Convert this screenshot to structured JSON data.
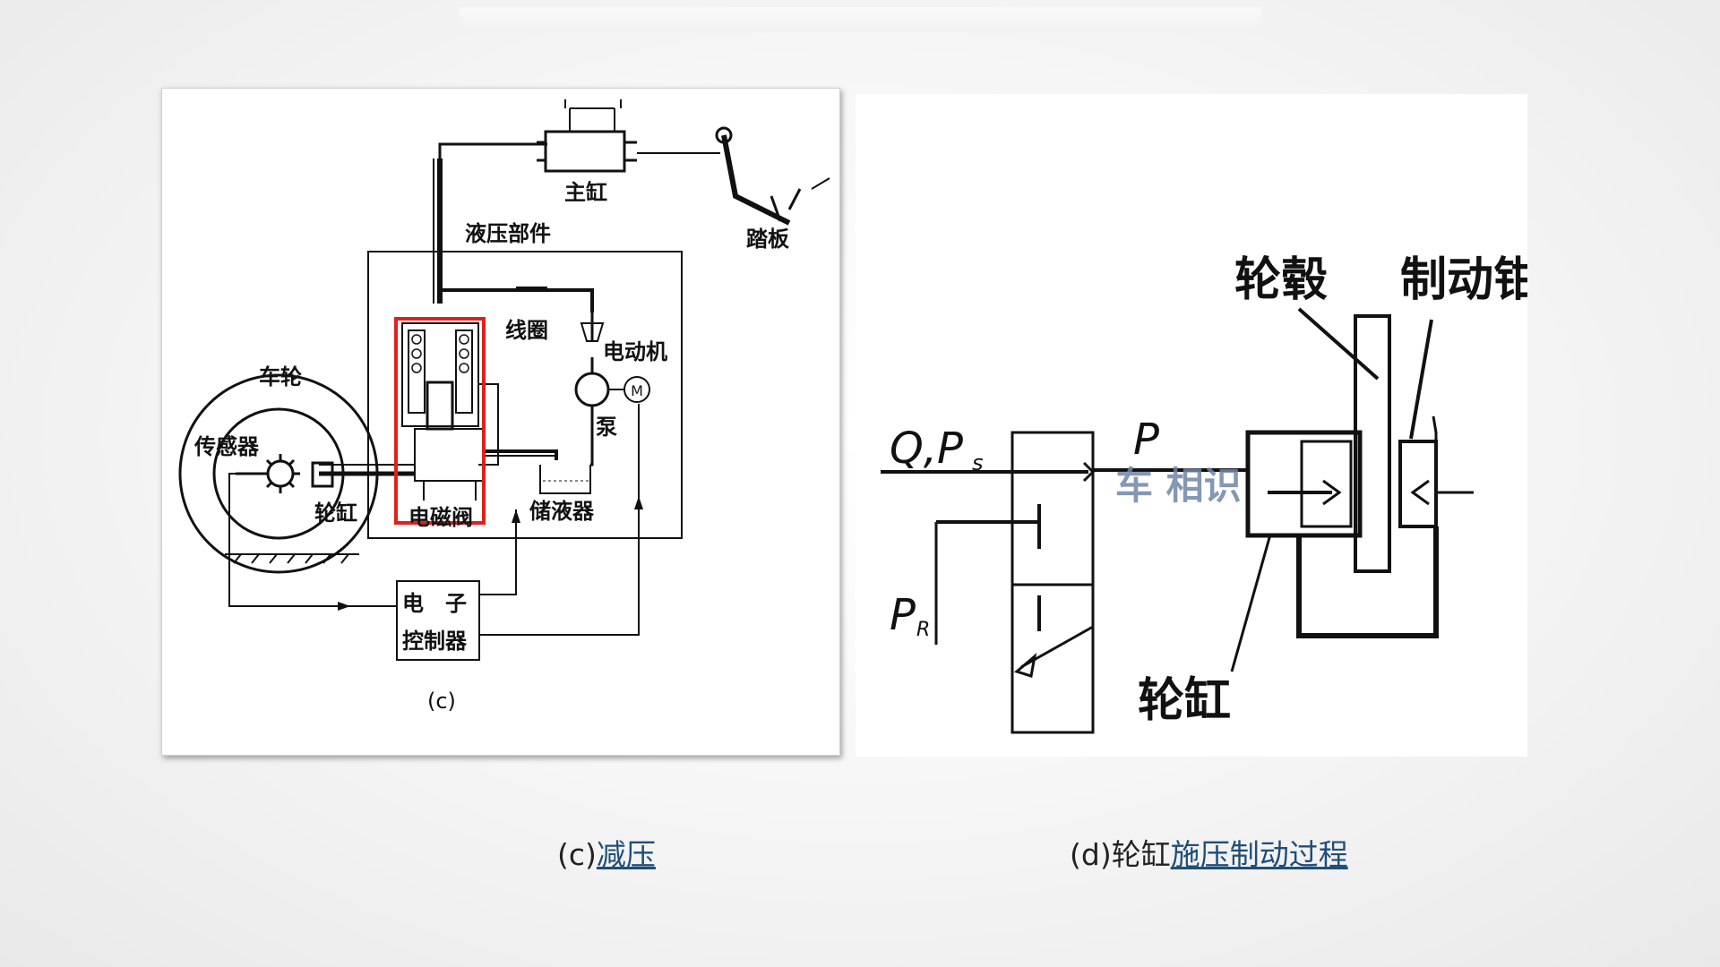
{
  "slide": {
    "caption_c": {
      "prefix": "(c)",
      "link": "减压"
    },
    "caption_d": {
      "prefix": "(d)轮缸",
      "link": "施压制动过程 "
    }
  },
  "diagram_c": {
    "labels": {
      "master_cylinder": "主缸",
      "pedal": "踏板",
      "hydraulic_unit": "液压部件",
      "coil": "线圈",
      "motor": "电动机",
      "motor_symbol": "M",
      "pump": "泵",
      "wheel": "车轮",
      "sensor": "传感器",
      "wheel_cylinder": "轮缸",
      "solenoid_valve": "电磁阀",
      "reservoir": "储液器",
      "ecu_line1": "电　子",
      "ecu_line2": "控制器",
      "figure_label": "(c)"
    },
    "highlight_color": "#e0201b"
  },
  "diagram_d": {
    "labels": {
      "hub": "轮毂",
      "caliper": "制动钳",
      "input": "Q,P",
      "input_sub": "s",
      "pressure": "P",
      "return": "P",
      "return_sub": "R",
      "wheel_cylinder": "轮缸",
      "watermark": "车 相识"
    },
    "watermark_color": "#6f86a8"
  }
}
